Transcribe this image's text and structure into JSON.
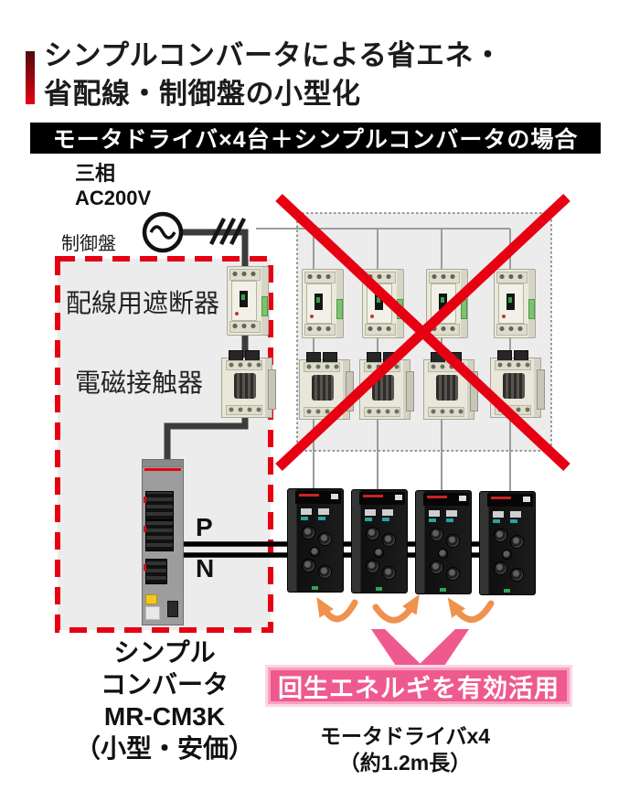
{
  "title": {
    "line1": "シンプルコンバータによる省エネ・",
    "line2": "省配線・制御盤の小型化"
  },
  "scenario_banner": "モータドライバ×4台＋シンプルコンバータの場合",
  "power_source": {
    "label": "三相\nAC200V"
  },
  "control_panel": {
    "label": "制御盤",
    "breaker_label": "配線用遮断器",
    "contactor_label": "電磁接触器"
  },
  "bus": {
    "p_label": "P",
    "n_label": "N"
  },
  "converter": {
    "caption": "シンプル\nコンバータ\nMR-CM3K\n（小型・安価）"
  },
  "drivers": {
    "count": 4,
    "caption": "モータドライバx4\n（約1.2m長）"
  },
  "crossed_out_section": {
    "breaker_count": 4,
    "contactor_count": 4
  },
  "energy_banner": "回生エネルギを有効活用",
  "icons": {
    "ac_source_icon": "circle-with-sine-wave",
    "three_phase_slash_icon": "triple-slash-on-wire",
    "cancel_cross_icon": "large-red-x",
    "regen_arrow_icon": "curved-double-headed-arrow",
    "pointer_wedge_icon": "pink-converging-wedge"
  },
  "colors": {
    "accent_red": "#e60012",
    "banner_black": "#000000",
    "pink": "#ee5a8e",
    "pink_mid": "#f7a2c2",
    "pink_light": "#fcd6e4",
    "orange": "#f0914e",
    "panel_gray": "#ececec",
    "wire_dark": "#3c3c3c",
    "line_gray": "#9c9c9c"
  }
}
